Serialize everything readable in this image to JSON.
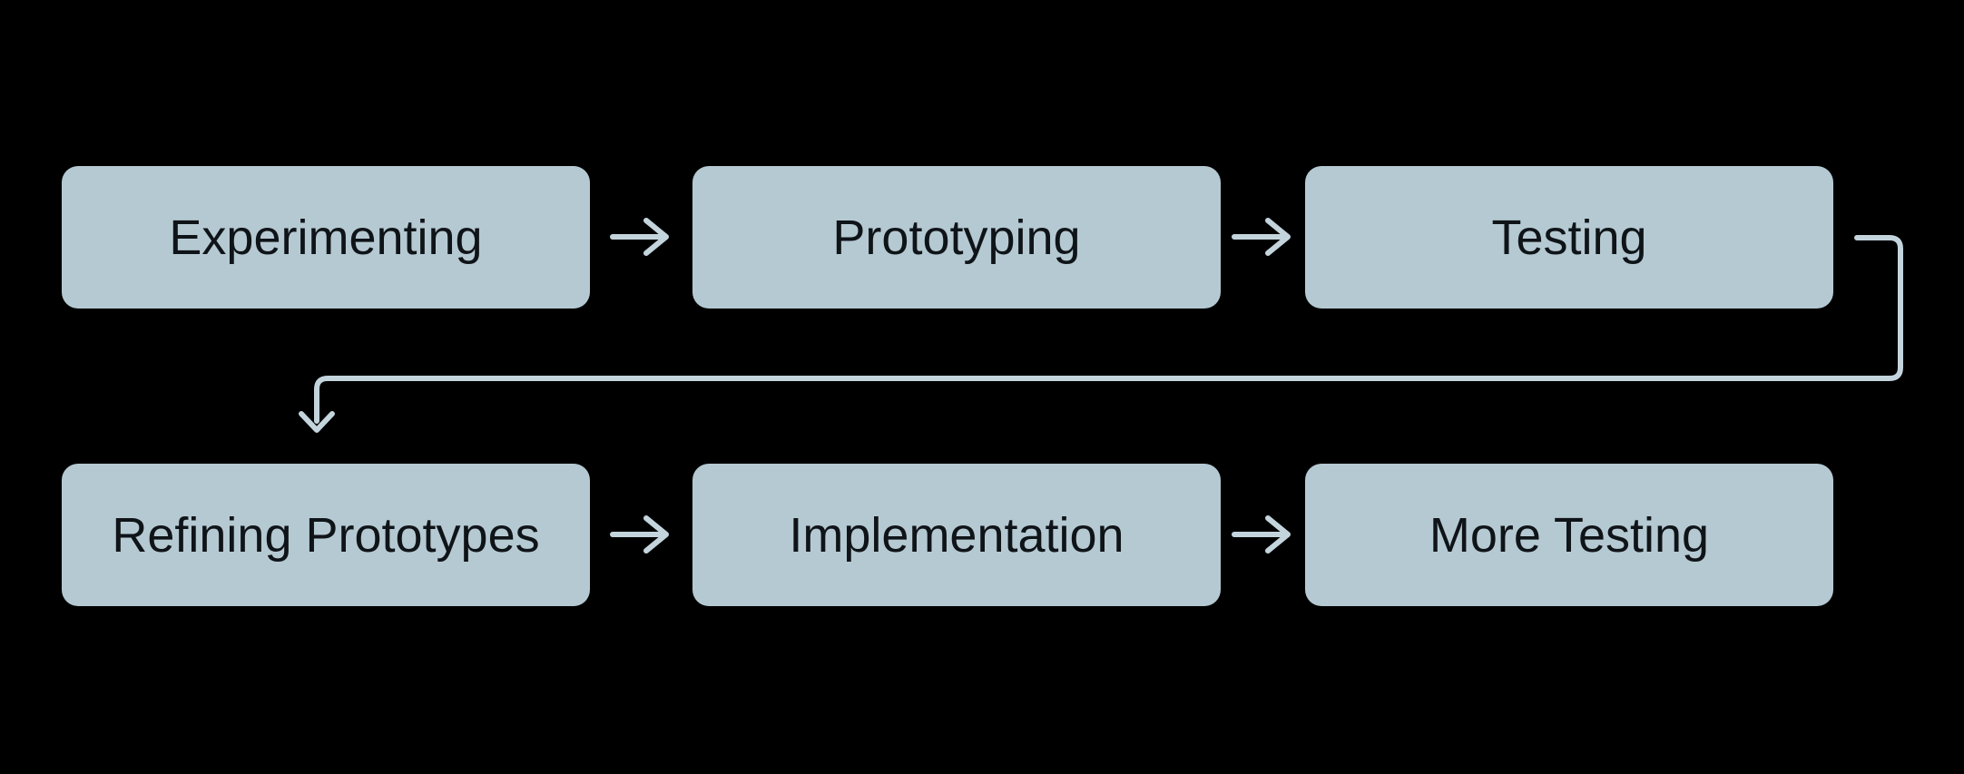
{
  "canvas": {
    "background": "#000000"
  },
  "flow": {
    "colors": {
      "node_fill": "#b5c9d2",
      "node_text": "#0f1418",
      "connector": "#c3d4dc"
    },
    "rows": [
      {
        "nodes": [
          {
            "label": "Experimenting"
          },
          {
            "label": "Prototyping"
          },
          {
            "label": "Testing"
          }
        ]
      },
      {
        "nodes": [
          {
            "label": "Refining Prototypes"
          },
          {
            "label": "Implementation"
          },
          {
            "label": "More Testing"
          }
        ]
      }
    ],
    "edges": [
      {
        "from": "Experimenting",
        "to": "Prototyping",
        "type": "arrow-right"
      },
      {
        "from": "Prototyping",
        "to": "Testing",
        "type": "arrow-right"
      },
      {
        "from": "Testing",
        "to": "Refining Prototypes",
        "type": "loop-down"
      },
      {
        "from": "Refining Prototypes",
        "to": "Implementation",
        "type": "arrow-right"
      },
      {
        "from": "Implementation",
        "to": "More Testing",
        "type": "arrow-right"
      }
    ]
  }
}
